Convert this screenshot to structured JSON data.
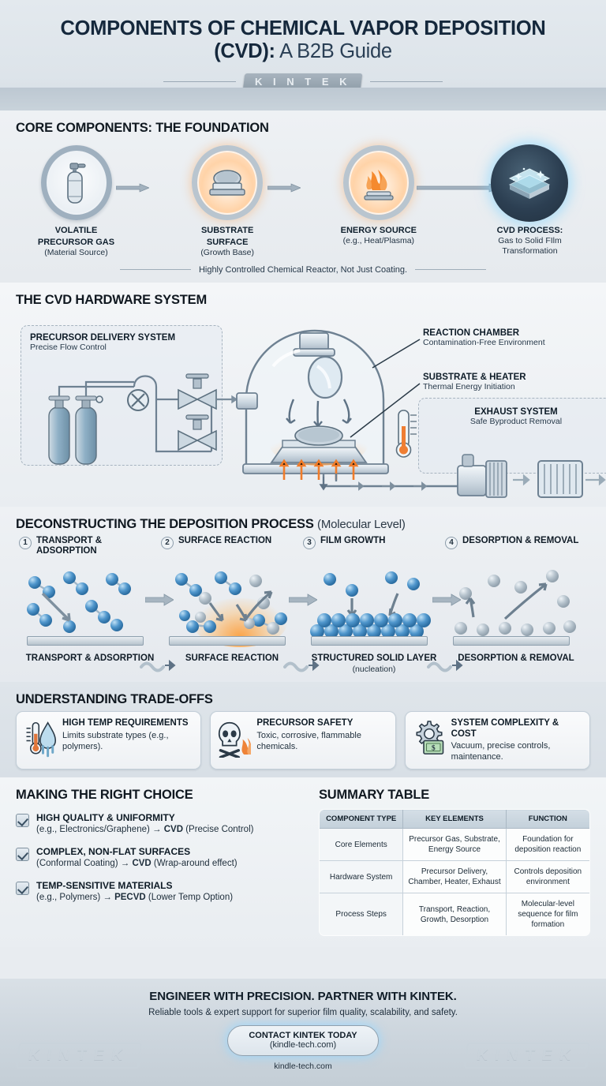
{
  "header": {
    "title_main": "COMPONENTS OF CHEMICAL VAPOR DEPOSITION",
    "title_sub_bold": "(CVD):",
    "title_sub_light": " A B2B Guide",
    "logo": "K I N T E K",
    "url": "kindle-tech.com"
  },
  "core": {
    "section_title": "CORE COMPONENTS: THE FOUNDATION",
    "items": [
      {
        "icon": "gas-cylinder-icon",
        "label_1": "VOLATILE",
        "label_2": "PRECURSOR GAS",
        "sub": "(Material Source)"
      },
      {
        "icon": "substrate-wafer-icon",
        "label_1": "SUBSTRATE",
        "label_2": "SURFACE",
        "sub": "(Growth Base)"
      },
      {
        "icon": "flame-heat-icon",
        "label_1": "ENERGY SOURCE",
        "label_2": "",
        "sub": "(e.g., Heat/Plasma)"
      },
      {
        "icon": "thin-film-layers-icon",
        "label_1": "CVD PROCESS:",
        "label_2": "",
        "sub": "Gas to Solid FIlm Transformation"
      }
    ],
    "footnote": "Highly Controlled Chemical Reactor, Not Just Coating."
  },
  "hardware": {
    "section_title": "THE CVD HARDWARE SYSTEM",
    "delivery_title": "PRECURSOR DELIVERY SYSTEM",
    "delivery_sub": "Precise Flow Control",
    "chamber_title": "REACTION CHAMBER",
    "chamber_sub": "Contamination-Free Environment",
    "heater_title": "SUBSTRATE & HEATER",
    "heater_sub": "Thermal Energy Initiation",
    "exhaust_title": "EXHAUST SYSTEM",
    "exhaust_sub": "Safe Byproduct Removal"
  },
  "process": {
    "section_title": "DECONSTRUCTING THE DEPOSITION PROCESS",
    "section_title_sub": "(Molecular Level)",
    "steps": [
      {
        "num": "1",
        "label": "TRANSPORT & ADSORPTION",
        "foot_title": "TRANSPORT & ADSORPTION",
        "foot_sub": ""
      },
      {
        "num": "2",
        "label": "SURFACE REACTION",
        "foot_title": "SURFACE REACTION",
        "foot_sub": ""
      },
      {
        "num": "3",
        "label": "FILM GROWTH",
        "foot_title": "STRUCTURED SOLID LAYER",
        "foot_sub": "(nucleation)"
      },
      {
        "num": "4",
        "label": "DESORPTION & REMOVAL",
        "foot_title": "DESORPTION & REMOVAL",
        "foot_sub": ""
      }
    ]
  },
  "tradeoffs": {
    "section_title": "UNDERSTANDING TRADE-OFFS",
    "cards": [
      {
        "icon": "thermometer-melting-icon",
        "title": "HIGH TEMP REQUIREMENTS",
        "desc": "Limits substrate types (e.g., polymers)."
      },
      {
        "icon": "skull-flame-icon",
        "title": "PRECURSOR SAFETY",
        "desc": "Toxic, corrosive, flammable chemicals."
      },
      {
        "icon": "gear-money-icon",
        "title": "SYSTEM COMPLEXITY & COST",
        "desc": "Vacuum, precise controls, maintenance."
      }
    ]
  },
  "choice": {
    "section_title": "MAKING THE RIGHT CHOICE",
    "items": [
      {
        "title": "HIGH QUALITY & UNIFORMITY",
        "pre": "(e.g., Electronics/Graphene) → ",
        "strong": "CVD",
        "post": " (Precise Control)"
      },
      {
        "title": "COMPLEX, NON-FLAT SURFACES",
        "pre": "(Conformal Coating) → ",
        "strong": "CVD",
        "post": " (Wrap-around effect)"
      },
      {
        "title": "TEMP-SENSITIVE MATERIALS",
        "pre": "(e.g., Polymers) → ",
        "strong": "PECVD",
        "post": " (Lower Temp Option)"
      }
    ]
  },
  "summary": {
    "section_title": "SUMMARY TABLE",
    "columns": [
      "COMPONENT TYPE",
      "KEY ELEMENTS",
      "FUNCTION"
    ],
    "rows": [
      [
        "Core Elements",
        "Precursor Gas, Substrate, Energy Source",
        "Foundation for deposition reaction"
      ],
      [
        "Hardware System",
        "Precursor Delivery, Chamber, Heater, Exhaust",
        "Controls deposition environment"
      ],
      [
        "Process Steps",
        "Transport, Reaction, Growth, Desorption",
        "Molecular-level sequence for film formation"
      ]
    ]
  },
  "footer": {
    "title": "ENGINEER WITH PRECISION. PARTNER WITH KINTEK.",
    "sub": "Reliable tools & expert support for superior film quality, scalability, and safety.",
    "button_title": "CONTACT KINTEK TODAY",
    "button_sub": "(kindle-tech.com)",
    "url": "kindle-tech.com",
    "ghost_logo": "KINTEK"
  },
  "colors": {
    "accent_blue": "#4a91c8",
    "heat_orange": "#ff9a3c",
    "ink": "#0f1c27"
  }
}
